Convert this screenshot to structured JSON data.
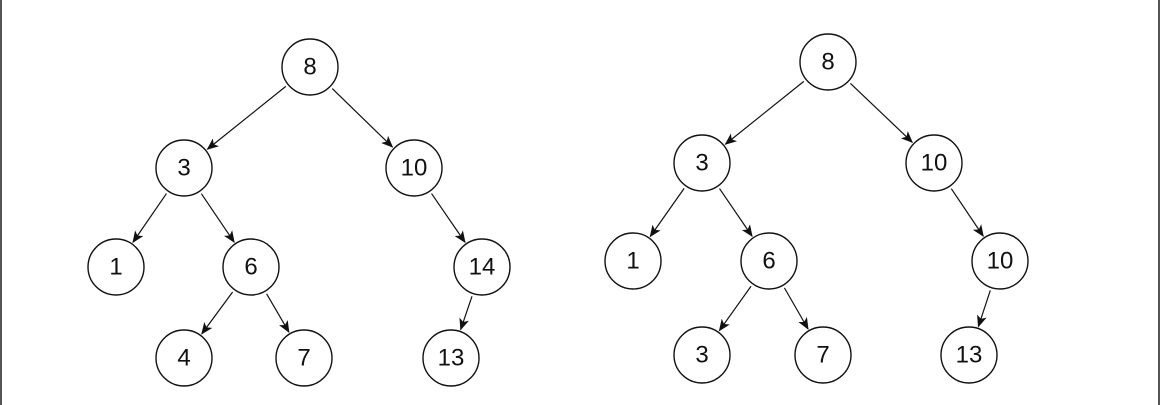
{
  "trees": [
    {
      "nodes": [
        {
          "id": "a8",
          "label": "8"
        },
        {
          "id": "a3",
          "label": "3"
        },
        {
          "id": "a10",
          "label": "10"
        },
        {
          "id": "a1",
          "label": "1"
        },
        {
          "id": "a6",
          "label": "6"
        },
        {
          "id": "a14",
          "label": "14"
        },
        {
          "id": "a4",
          "label": "4"
        },
        {
          "id": "a7",
          "label": "7"
        },
        {
          "id": "a13",
          "label": "13"
        }
      ],
      "edges": [
        {
          "from": "a8",
          "to": "a3"
        },
        {
          "from": "a8",
          "to": "a10"
        },
        {
          "from": "a3",
          "to": "a1"
        },
        {
          "from": "a3",
          "to": "a6"
        },
        {
          "from": "a10",
          "to": "a14"
        },
        {
          "from": "a6",
          "to": "a4"
        },
        {
          "from": "a6",
          "to": "a7"
        },
        {
          "from": "a14",
          "to": "a13"
        }
      ]
    },
    {
      "nodes": [
        {
          "id": "b8",
          "label": "8"
        },
        {
          "id": "b3",
          "label": "3"
        },
        {
          "id": "b10",
          "label": "10"
        },
        {
          "id": "b1",
          "label": "1"
        },
        {
          "id": "b6",
          "label": "6"
        },
        {
          "id": "b10b",
          "label": "10"
        },
        {
          "id": "b3b",
          "label": "3"
        },
        {
          "id": "b7",
          "label": "7"
        },
        {
          "id": "b13",
          "label": "13"
        }
      ],
      "edges": [
        {
          "from": "b8",
          "to": "b3"
        },
        {
          "from": "b8",
          "to": "b10"
        },
        {
          "from": "b3",
          "to": "b1"
        },
        {
          "from": "b3",
          "to": "b6"
        },
        {
          "from": "b10",
          "to": "b10b"
        },
        {
          "from": "b6",
          "to": "b3b"
        },
        {
          "from": "b6",
          "to": "b7"
        },
        {
          "from": "b10b",
          "to": "b13"
        }
      ]
    }
  ]
}
